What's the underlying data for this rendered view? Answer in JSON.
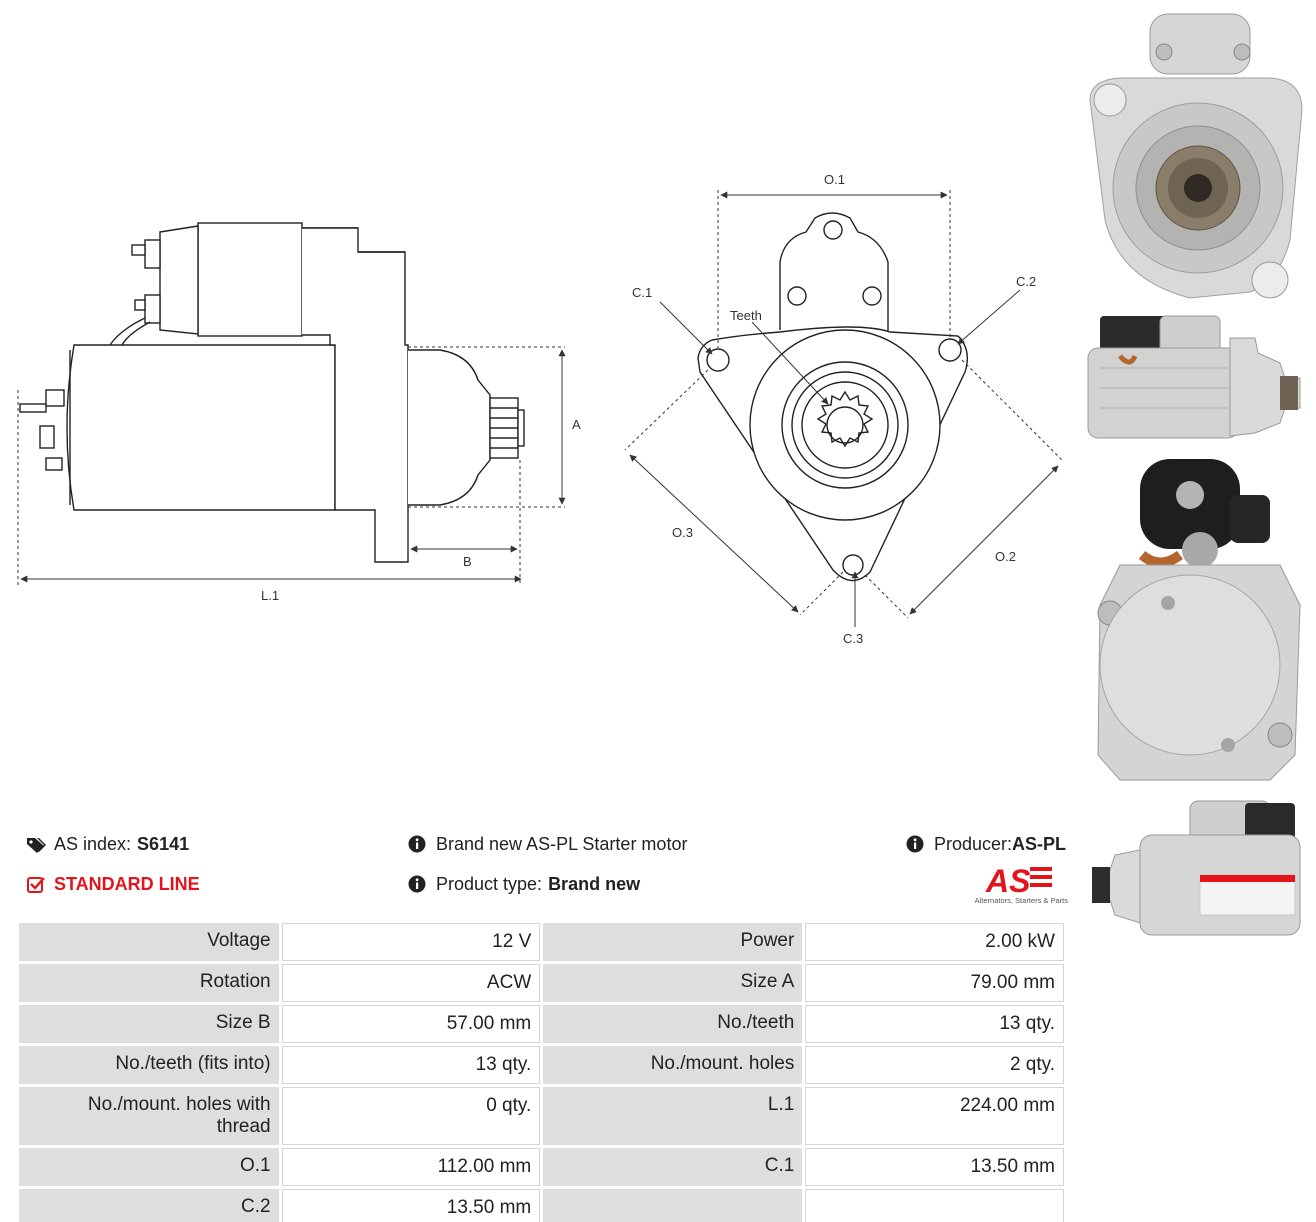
{
  "dimension_labels": {
    "A": "A",
    "B": "B",
    "L1": "L.1",
    "O1": "O.1",
    "O2": "O.2",
    "O3": "O.3",
    "C1": "C.1",
    "C2": "C.2",
    "C3": "C.3",
    "teeth": "Teeth"
  },
  "info": {
    "as_index_label": "AS index:",
    "as_index_value": "S6141",
    "line": "STANDARD LINE",
    "description": "Brand new AS-PL Starter motor",
    "product_type_label": "Product type:",
    "product_type_value": "Brand new",
    "producer_label": "Producer:",
    "producer_value": "AS-PL"
  },
  "logo": {
    "text": "AS",
    "tagline": "Alternators, Starters & Parts"
  },
  "specs": [
    {
      "label1": "Voltage",
      "value1": "12 V",
      "label2": "Power",
      "value2": "2.00 kW"
    },
    {
      "label1": "Rotation",
      "value1": "ACW",
      "label2": "Size A",
      "value2": "79.00 mm"
    },
    {
      "label1": "Size B",
      "value1": "57.00 mm",
      "label2": "No./teeth",
      "value2": "13 qty."
    },
    {
      "label1": "No./teeth (fits into)",
      "value1": "13 qty.",
      "label2": "No./mount. holes",
      "value2": "2 qty."
    },
    {
      "label1": "No./mount. holes with thread",
      "value1": "0 qty.",
      "label2": "L.1",
      "value2": "224.00 mm"
    },
    {
      "label1": "O.1",
      "value1": "112.00 mm",
      "label2": "C.1",
      "value2": "13.50 mm"
    },
    {
      "label1": "C.2",
      "value1": "13.50 mm",
      "label2": "",
      "value2": ""
    }
  ],
  "colors": {
    "accent_red": "#e3141c",
    "label_cell_bg": "#dedede",
    "metal": "#c9c9c7",
    "black_plastic": "#1e1e1e",
    "copper": "#b5652f"
  },
  "icons": {
    "as_index": "tags-icon",
    "standard_line": "check-square-icon",
    "info": "info-circle-icon"
  }
}
